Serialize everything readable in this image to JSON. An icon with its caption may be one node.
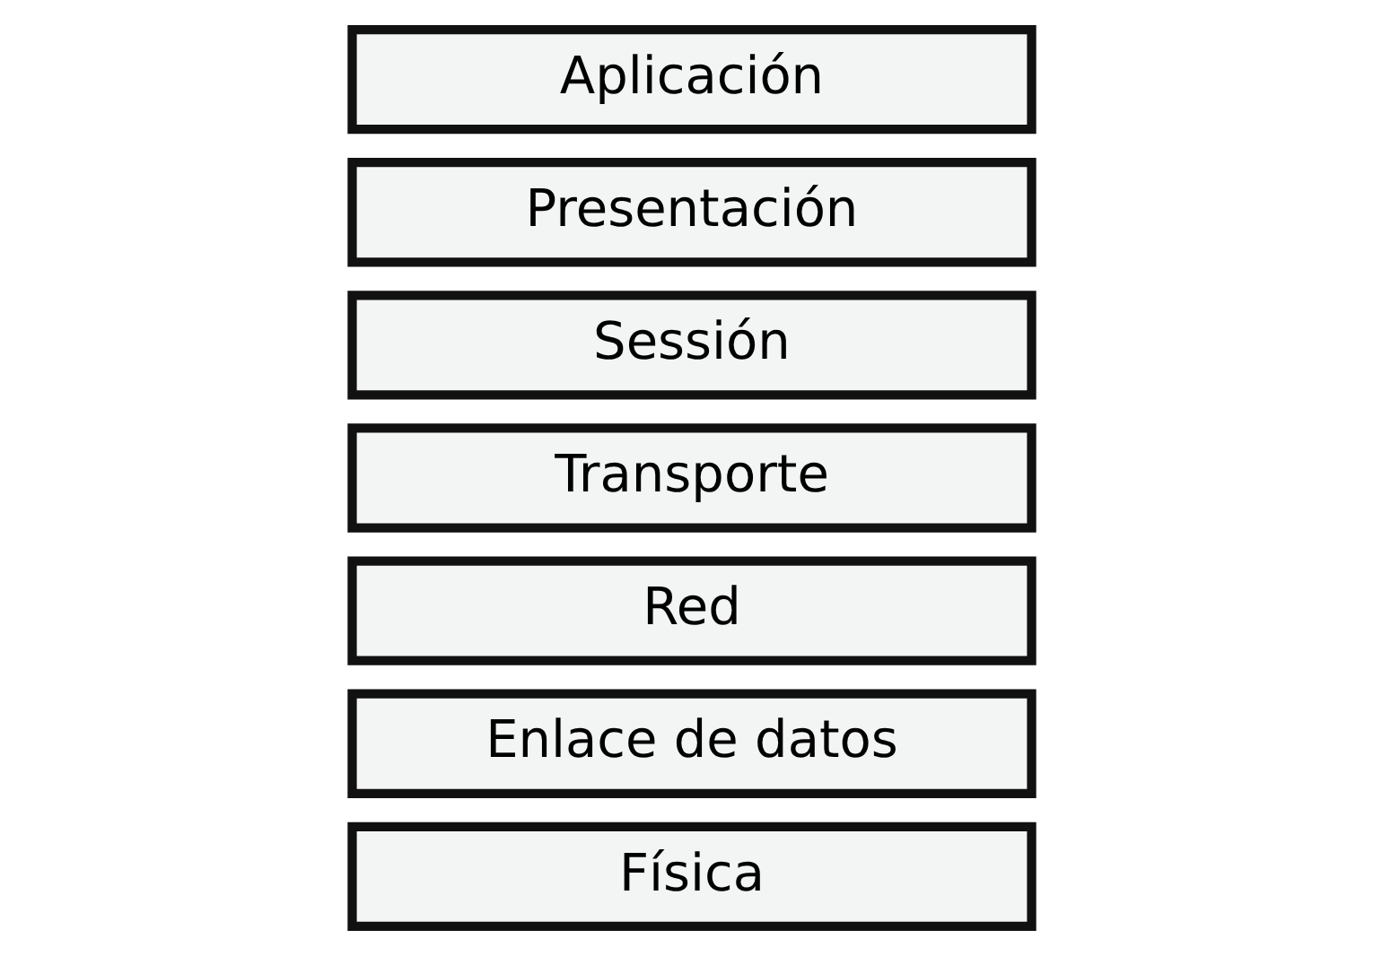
{
  "diagram": {
    "nodes": [
      {
        "text": [
          "Aplicación"
        ]
      },
      {
        "text": [
          "Presentación"
        ]
      },
      {
        "text": [
          "Sessión"
        ]
      },
      {
        "text": [
          "Transporte"
        ]
      },
      {
        "text": [
          "Red"
        ]
      },
      {
        "text": [
          "Enlace de datos"
        ]
      },
      {
        "text": [
          "Física"
        ]
      }
    ]
  }
}
